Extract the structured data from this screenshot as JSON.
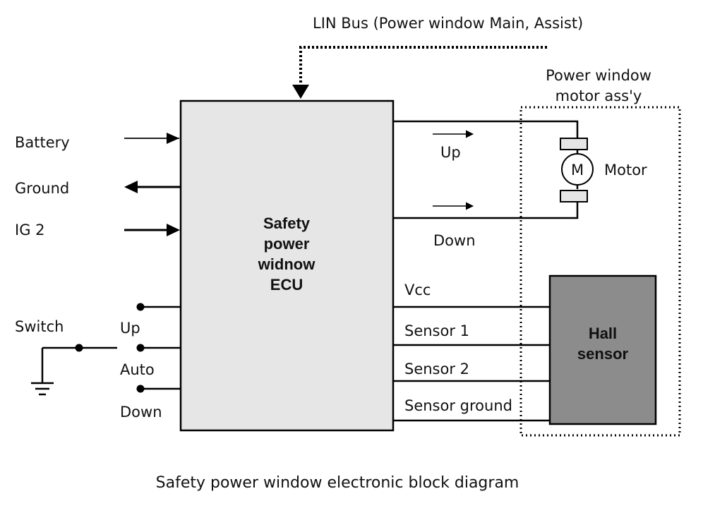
{
  "top_label": "LIN Bus (Power window Main, Assist)",
  "motor_assembly_label": [
    "Power window",
    "motor ass'y"
  ],
  "inputs": {
    "battery": "Battery",
    "ground": "Ground",
    "ig2": "IG 2",
    "switch": "Switch"
  },
  "switch_positions": [
    "Up",
    "Auto",
    "Down"
  ],
  "ecu_label": [
    "Safety",
    "power",
    "widnow",
    "ECU"
  ],
  "motor_lines": {
    "up": "Up",
    "down": "Down"
  },
  "motor": {
    "symbol": "M",
    "label": "Motor"
  },
  "sensor_lines": [
    "Vcc",
    "Sensor 1",
    "Sensor 2",
    "Sensor ground"
  ],
  "hall_sensor_label": [
    "Hall",
    "sensor"
  ],
  "caption": "Safety power window electronic block diagram"
}
